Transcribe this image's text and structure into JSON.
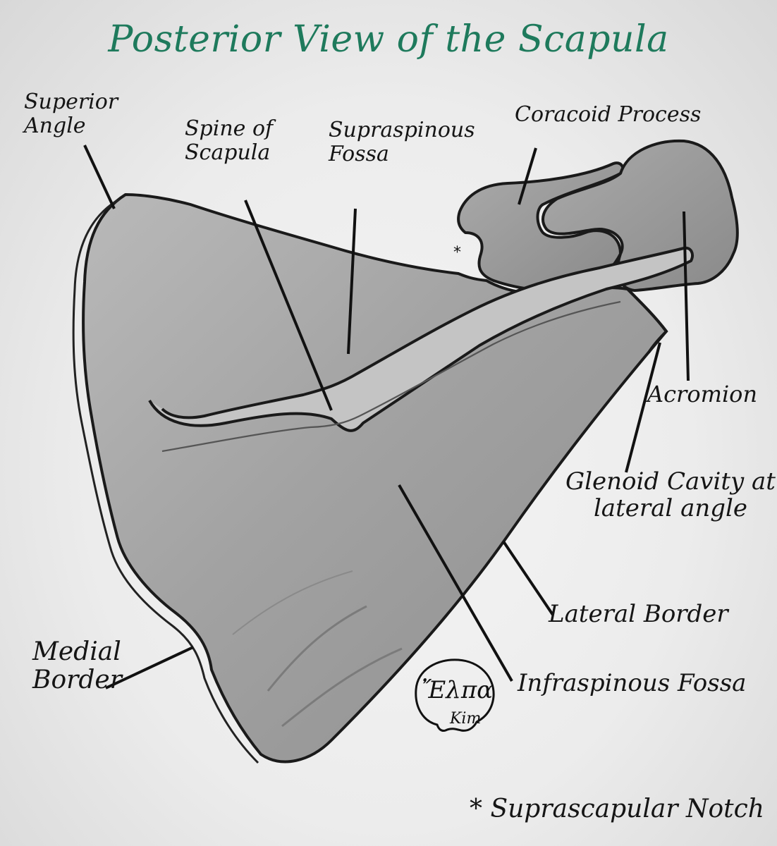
{
  "title": "Posterior View of the Scapula",
  "labels": {
    "superior_angle": [
      "Superior",
      "Angle"
    ],
    "spine_of_scapula": [
      "Spine of",
      "Scapula"
    ],
    "supraspinous_fossa": [
      "Supraspinous",
      "Fossa"
    ],
    "coracoid_process": "Coracoid Process",
    "acromion": "Acromion",
    "glenoid_cavity": [
      "Glenoid Cavity at",
      "lateral angle"
    ],
    "lateral_border": "Lateral Border",
    "infraspinous_fossa": "Infraspinous Fossa",
    "medial_border": [
      "Medial",
      "Border"
    ],
    "suprascapular_notch_marker": "*",
    "suprascapular_notch_note": "* Suprascapular Notch"
  },
  "signature": "Ἔλπα Kim",
  "colors": {
    "title": "#1e7a5c",
    "ink": "#151515",
    "bone_shading": "#9a9a9a",
    "paper": "#ececec"
  }
}
